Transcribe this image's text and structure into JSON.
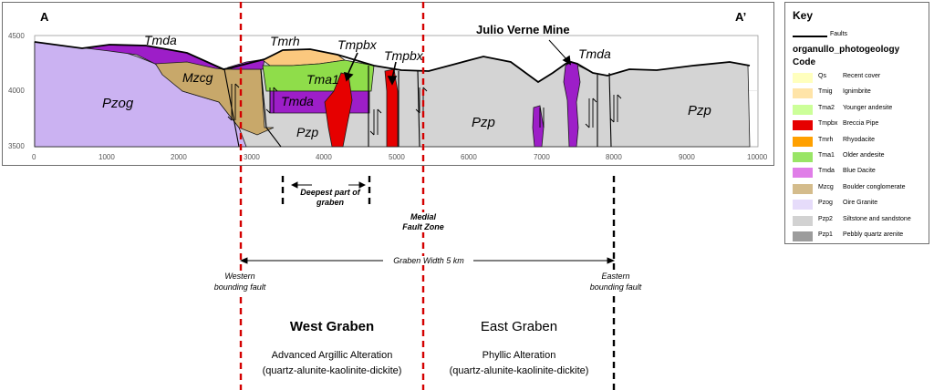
{
  "section": {
    "left_label": "A",
    "right_label": "A’",
    "mine_label": "Julio Verne Mine",
    "y_ticks": [
      "4500",
      "4000",
      "3500"
    ],
    "x_ticks": [
      "0",
      "1000",
      "2000",
      "3000",
      "4000",
      "5000",
      "6000",
      "7000",
      "8000",
      "9000",
      "10000"
    ],
    "unit_labels": {
      "tmda_1": "Tmda",
      "tmrh": "Tmrh",
      "tmpbx_1": "Tmpbx",
      "tmpbx_2": "Tmpbx",
      "tmda_2": "Tmda",
      "mzcg": "Mzcg",
      "tma1": "Tma1",
      "pzog": "Pzog",
      "tmda_3": "Tmda",
      "pzp_1": "Pzp",
      "pzp_2": "Pzp",
      "pzp_3": "Pzp"
    }
  },
  "annotations": {
    "deepest": "Deepest part of graben",
    "medial": "Medial Fault Zone",
    "width": "Graben Width 5 km",
    "western": "Western bounding fault",
    "eastern": "Eastern bounding fault",
    "west_title": "West Graben",
    "west_alt": "Advanced Argillic Alteration",
    "west_min": "(quartz-alunite-kaolinite-dickite)",
    "east_title": "East Graben",
    "east_alt": "Phyllic Alteration",
    "east_min": "(quartz-alunite-kaolinite-dickite)"
  },
  "legend": {
    "title": "Key",
    "fault_label": "Faults",
    "db_name": "organullo_photogeology",
    "code_header": "Code",
    "items": [
      {
        "code": "Qs",
        "desc": "Recent cover",
        "color": "#ffffbe"
      },
      {
        "code": "Tmig",
        "desc": "Ignimbrite",
        "color": "#ffe4a8"
      },
      {
        "code": "Tma2",
        "desc": "Younger andesite",
        "color": "#ccff99"
      },
      {
        "code": "Tmpbx",
        "desc": "Breccia Pipe",
        "color": "#e60000"
      },
      {
        "code": "Tmrh",
        "desc": "Rhyodacite",
        "color": "#ffa000"
      },
      {
        "code": "Tma1",
        "desc": "Older andesite",
        "color": "#99e566"
      },
      {
        "code": "Tmda",
        "desc": "Blue Dacite",
        "color": "#e07ee8"
      },
      {
        "code": "Mzcg",
        "desc": "Boulder conglomerate",
        "color": "#d4bc8c"
      },
      {
        "code": "Pzog",
        "desc": "Oire Granite",
        "color": "#e6dcfa"
      },
      {
        "code": "Pzp2",
        "desc": "Siltstone and sandstone",
        "color": "#d2d2d2"
      },
      {
        "code": "Pzp1",
        "desc": "Pebbly quartz arenite",
        "color": "#9c9c9c"
      }
    ]
  },
  "colors": {
    "pzog": "#cbb2f2",
    "mzcg": "#c8a86a",
    "tmda": "#9d1ec8",
    "tmrh": "#fbc87e",
    "tma1": "#8fdd4a",
    "tmpbx": "#e60000",
    "pzp": "#d4d4d4",
    "guide": "#d40000"
  }
}
